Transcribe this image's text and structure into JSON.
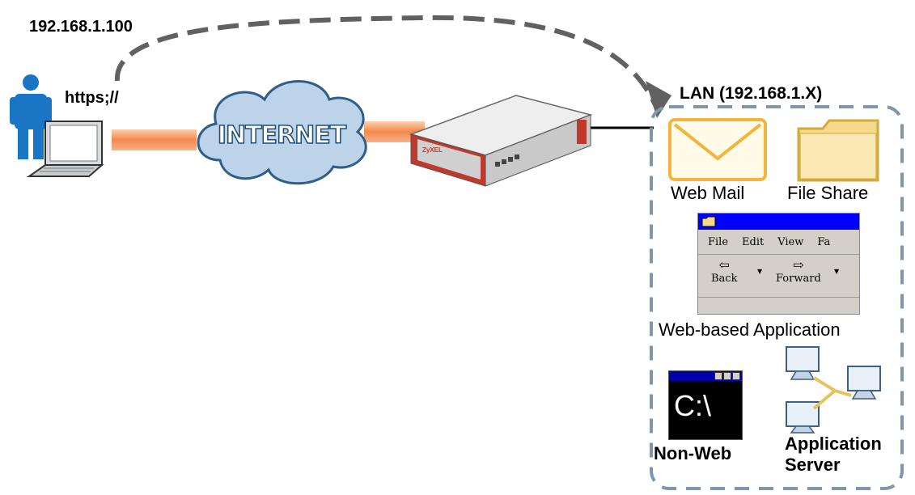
{
  "client": {
    "ip": "192.168.1.100",
    "protocol": "https;//"
  },
  "internet": {
    "label": "INTERNET"
  },
  "lan": {
    "title": "LAN (192.168.1.X)",
    "web_mail": "Web Mail",
    "file_share": "File Share",
    "web_app": "Web-based Application",
    "non_web": "Non-Web",
    "app_server": "Application Server",
    "console_text": "C:\\"
  },
  "explorer": {
    "menu": [
      "File",
      "Edit",
      "View",
      "Fa"
    ],
    "back": "Back",
    "forward": "Forward"
  },
  "colors": {
    "link": "#f28a4c",
    "dash": "#616161",
    "lan_border": "#7f97ad",
    "cloud_fill": "#bcd3ea",
    "person": "#1a76c4",
    "titlebar": "#0000ff"
  }
}
